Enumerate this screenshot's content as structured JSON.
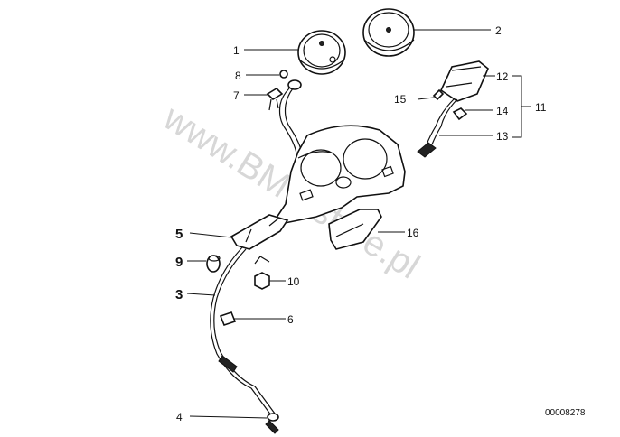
{
  "watermark": "www.BMWstore.pl",
  "drawing_number": "00008278",
  "callouts": {
    "c1": "1",
    "c2": "2",
    "c3": "3",
    "c4": "4",
    "c5": "5",
    "c6": "6",
    "c7": "7",
    "c8": "8",
    "c9": "9",
    "c10": "10",
    "c11": "11",
    "c12": "12",
    "c13": "13",
    "c14": "14",
    "c15": "15",
    "c16": "16"
  }
}
